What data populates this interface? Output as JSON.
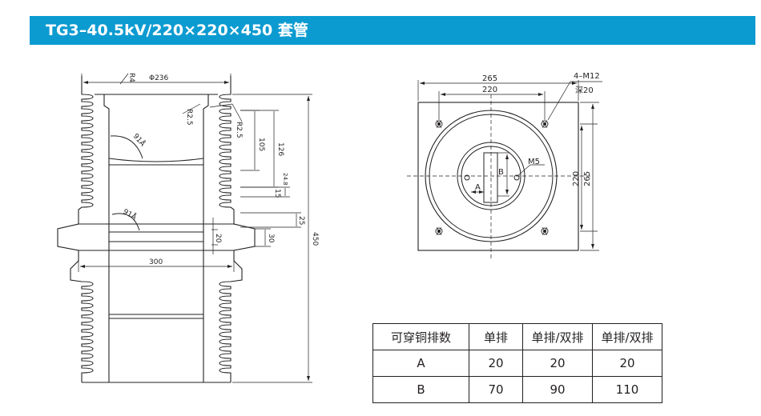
{
  "header": {
    "title": "TG3–40.5kV/220×220×450 套管",
    "bar_color": "#0c9bd1"
  },
  "side_view": {
    "dim_phi": "Φ236",
    "r4": "R4",
    "r25_left": "R2.5",
    "r25_right": "R2.5",
    "angle_top": "91Å",
    "angle_mid": "91Å",
    "d105": "105",
    "d126": "126",
    "d248": "24.8",
    "d15": "15",
    "d25": "25",
    "d20": "20",
    "d30": "30",
    "d300": "300",
    "d450": "450"
  },
  "top_view": {
    "d265_top": "265",
    "d220_top": "220",
    "bolt_label": "4–M12",
    "depth_label": "深20",
    "d220_side": "220",
    "d265_side": "265",
    "m5": "M5",
    "label_a": "A",
    "label_b": "B"
  },
  "table": {
    "header": [
      "可穿铜排数",
      "单排",
      "单排/双排",
      "单排/双排"
    ],
    "rows": [
      [
        "A",
        "20",
        "20",
        "20"
      ],
      [
        "B",
        "70",
        "90",
        "110"
      ]
    ]
  }
}
